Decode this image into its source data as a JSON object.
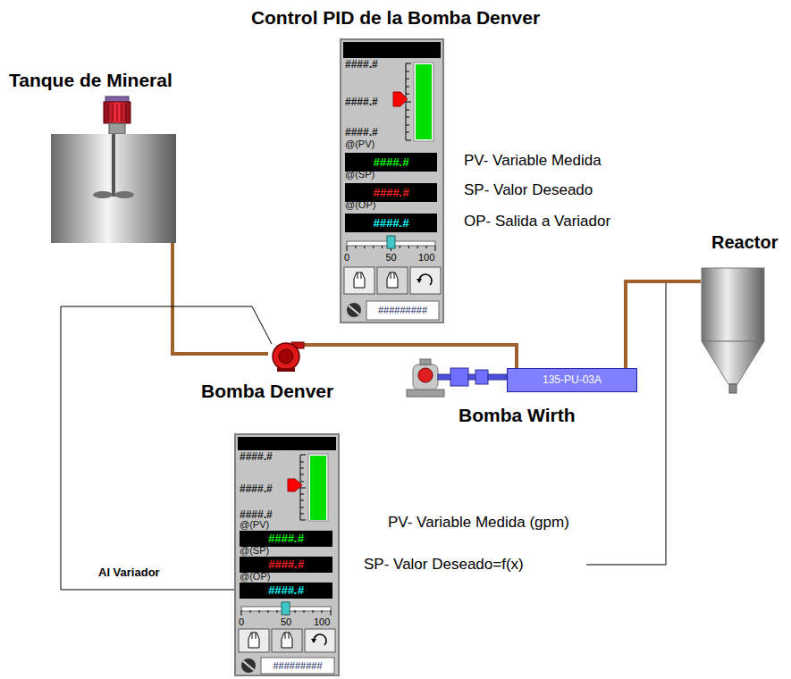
{
  "diagram": {
    "title": "Control PID de la Bomba Denver",
    "nodes": [
      {
        "text": [
          "####.#",
          "####.#",
          "####.#",
          "@(PV)",
          "####.#",
          "@(SP)",
          "####.#",
          "@(OP)",
          "####.#",
          "0",
          "50",
          "100",
          "#########"
        ]
      },
      {
        "text": [
          "Tanque de Mineral"
        ]
      },
      {
        "text": [
          "Bomba Denver"
        ]
      },
      {
        "text": [
          "135-PU-03A",
          "Bomba Wirth"
        ]
      },
      {
        "text": [
          "Reactor"
        ]
      },
      {
        "text": [
          "####.#",
          "####.#",
          "####.#",
          "@(PV)",
          "####.#",
          "@(SP)",
          "####.#",
          "@(OP)",
          "####.#",
          "0",
          "50",
          "100",
          "#########"
        ]
      }
    ],
    "edges": [
      {
        "from": 1,
        "to": 2,
        "arrow": "none"
      },
      {
        "from": 2,
        "to": 3,
        "arrow": "none"
      },
      {
        "from": 3,
        "to": 4,
        "arrow": "none"
      },
      {
        "from": 5,
        "to": 2,
        "arrow": "none"
      }
    ],
    "labels": [
      "PV- Variable Medida",
      "SP- Valor Deseado",
      "OP- Salida a Variador",
      "PV- Variable Medida (gpm)",
      "SP- Valor Deseado=f(x)",
      "Al Variador"
    ]
  }
}
